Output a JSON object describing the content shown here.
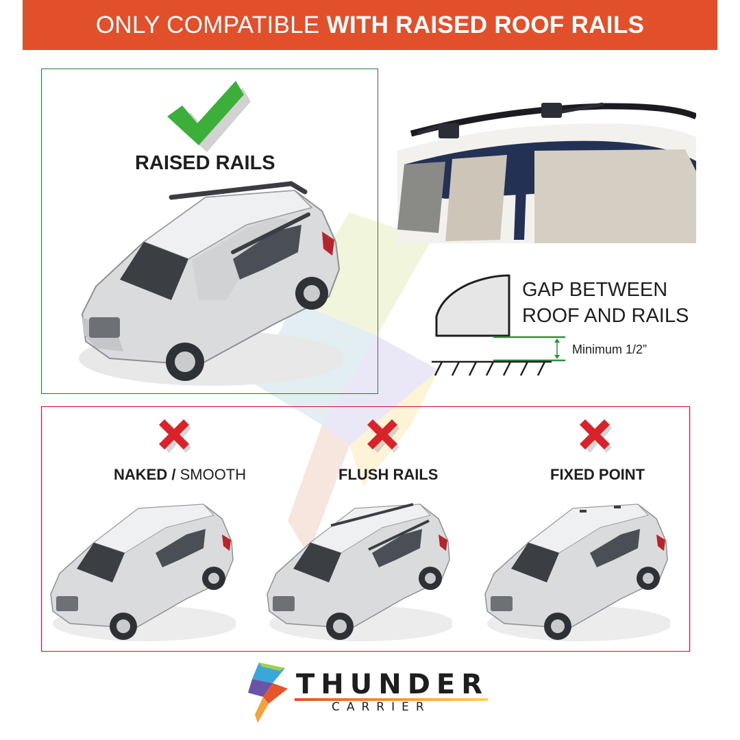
{
  "banner": {
    "light_text": "ONLY COMPATIBLE",
    "bold_text": "WITH RAISED ROOF RAILS",
    "color": "#e2502b"
  },
  "compatible": {
    "icon": "check-icon",
    "label": "RAISED RAILS",
    "border_color": "#1f7a36"
  },
  "gap_info": {
    "title_line1": "GAP BETWEEN",
    "title_line2": "ROOF AND RAILS",
    "minimum": "Minimum 1/2”"
  },
  "incompatible": {
    "border_color": "#c8102e",
    "icon": "x-icon",
    "options": [
      {
        "label_bold": "NAKED /",
        "label_light": "SMOOTH"
      },
      {
        "label_bold": "FLUSH RAILS"
      },
      {
        "label_bold": "FIXED POINT"
      }
    ]
  },
  "logo": {
    "word": "THUNDER",
    "sub": "CARRIER"
  }
}
